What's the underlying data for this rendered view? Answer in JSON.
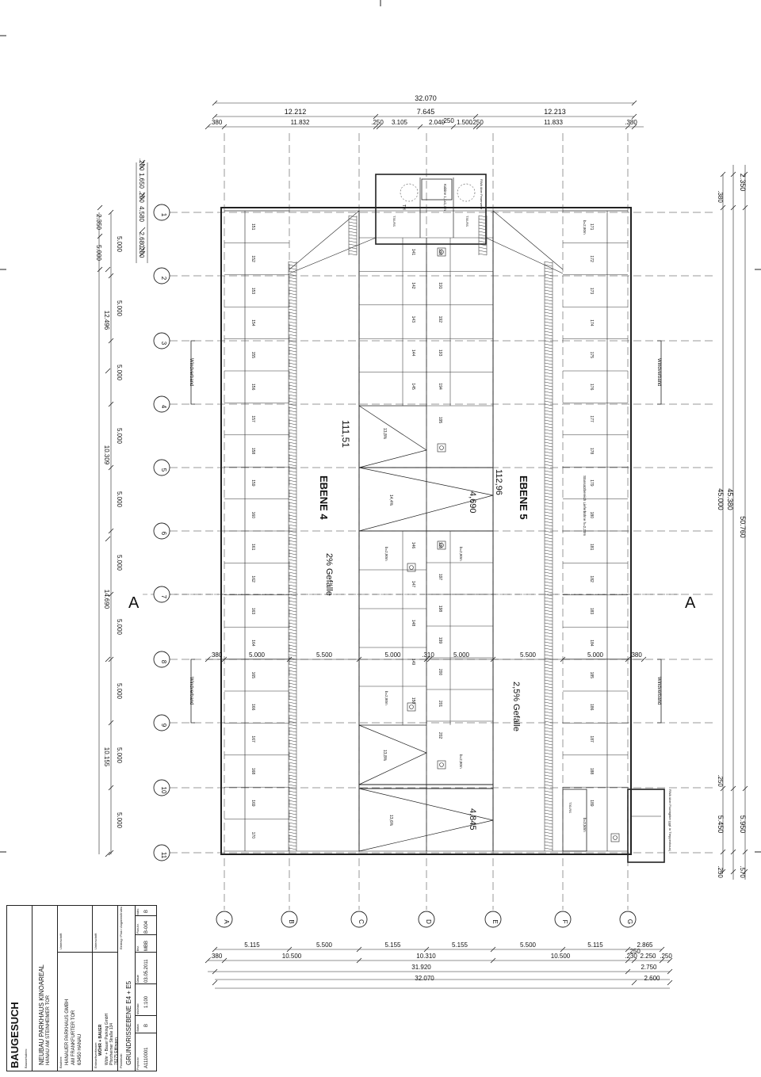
{
  "axes_numeric": [
    "1",
    "2",
    "3",
    "4",
    "5",
    "6",
    "7",
    "8",
    "9",
    "10",
    "11"
  ],
  "axes_alpha": [
    "A",
    "B",
    "C",
    "D",
    "E",
    "F",
    "G"
  ],
  "top_dims": {
    "total": "32.070",
    "row2": [
      "12.212",
      "7.645",
      "12.213"
    ],
    "mini": ".250",
    "row3": [
      ".380",
      "11.832",
      ".250",
      "3.105",
      "2.040",
      "1.500",
      ".250",
      "11.833",
      ".380"
    ]
  },
  "bottom_dims": {
    "row1": [
      "5.115",
      "5.500",
      "5.155",
      "5.155",
      "5.500",
      "5.115",
      "2.865"
    ],
    "row2": [
      ".380",
      "10.500",
      "10.310",
      "10.500",
      ".230",
      "2.250",
      ".250"
    ],
    "mini": ".250",
    "row3": [
      "31.920",
      "2.750"
    ],
    "row4": [
      "32.070",
      "2.600"
    ]
  },
  "left_dims": {
    "top_stack": [
      ".250",
      "1.650",
      ".250",
      "4.580",
      "2.680",
      ".250"
    ],
    "segments": [
      "2.350",
      "5.000",
      ".250"
    ],
    "bay": "5.000",
    "groups": [
      "12.496",
      "10.309",
      "14.690",
      "10.155"
    ]
  },
  "right_dims": [
    "2.350",
    ".380",
    "45.000",
    "45.380",
    "50.760",
    ".250",
    "5.450",
    "5.950",
    ".250",
    ".570"
  ],
  "mid_dims": [
    ".380",
    "5.000",
    "5.500",
    "5.000",
    ".310",
    "5.000",
    "5.500",
    "5.000",
    ".380"
  ],
  "section_mark": "A",
  "levels": {
    "e4": "EBENE 4",
    "e5": "EBENE 5",
    "elev1": "111,51",
    "elev2": "112,96",
    "slope1": "2% Gefälle",
    "slope2": "2,5% Gefälle",
    "ramp1": "4,690",
    "ramp2": "4,845",
    "ramp_pct": [
      "13,8%",
      "14,4%",
      "13,8%",
      "13,6%"
    ]
  },
  "wind": "Windverband",
  "stalls": {
    "left": [
      "151",
      "152",
      "153",
      "154",
      "155",
      "156",
      "157",
      "158",
      "159",
      "160",
      "161",
      "162",
      "163",
      "164",
      "165",
      "166",
      "167",
      "168",
      "169",
      "170"
    ],
    "mid_a": [
      "141",
      "142",
      "143",
      "144",
      "145",
      "146",
      "147",
      "148",
      "149",
      "150"
    ],
    "mid_b": [
      "190",
      "191",
      "192",
      "193",
      "194",
      "195",
      "195",
      "197",
      "198",
      "199",
      "200",
      "201",
      "202"
    ],
    "right": [
      "171",
      "172",
      "173",
      "174",
      "175",
      "176",
      "177",
      "178",
      "179",
      "180",
      "181",
      "182",
      "183",
      "184",
      "185",
      "186",
      "187",
      "188",
      "189"
    ]
  },
  "misc": {
    "width_note": "b=2,80m",
    "width_note2": "b=3,50m",
    "stair_note": "Kabine 1,1x1,4m",
    "stair_th": "TH",
    "rwa": "RWA über Feuerwehr",
    "bottom_rwa": "RWA über Fluchtgitter (ggf. in Treppenhaus)",
    "stair_sym": "T30-RS",
    "strip": "Stansatzbereich Lieferbühne h=2,20m"
  },
  "title_block": {
    "header": "BAUGESUCH",
    "header_small": "Bauvorhaben:",
    "project": "NEUBAU PARKHAUS KINOAREAL",
    "location": "HANAU AM STEINHEIMER TOR",
    "owner_label": "Bauherr:",
    "owner": [
      "HANAUER PARKHAUS GMBH",
      "AM FRANKFURTER TOR",
      "63450 HANAU"
    ],
    "owner_sign": "Unterschrift",
    "planner_label": "Entwurfsverfasser:",
    "planner_logo": "WÖHR + BAUER",
    "planner": [
      "Wöhr + Bauer Parking GmbH",
      "Pforzheimer Straße 134",
      "76275 Ettlingen"
    ],
    "planner_sign": "Unterschrift",
    "plan_label": "Planinhalt:",
    "plan": "GRUNDRISSEBENE E4 + E5",
    "stamp_label": "Eintrag / Plan / Angaben/Index",
    "cells": [
      {
        "label": "Projekt-Nr.",
        "value": "A1110001"
      },
      {
        "label": "Status",
        "value": "B"
      },
      {
        "label": "Maßstab",
        "value": "1:100"
      },
      {
        "label": "Datum",
        "value": "03.05.2011"
      },
      {
        "label": "Bez.",
        "value": "MBB"
      },
      {
        "label": "Plan-Nr.",
        "value": "B-004"
      },
      {
        "label": "Index",
        "value": "B"
      }
    ]
  }
}
